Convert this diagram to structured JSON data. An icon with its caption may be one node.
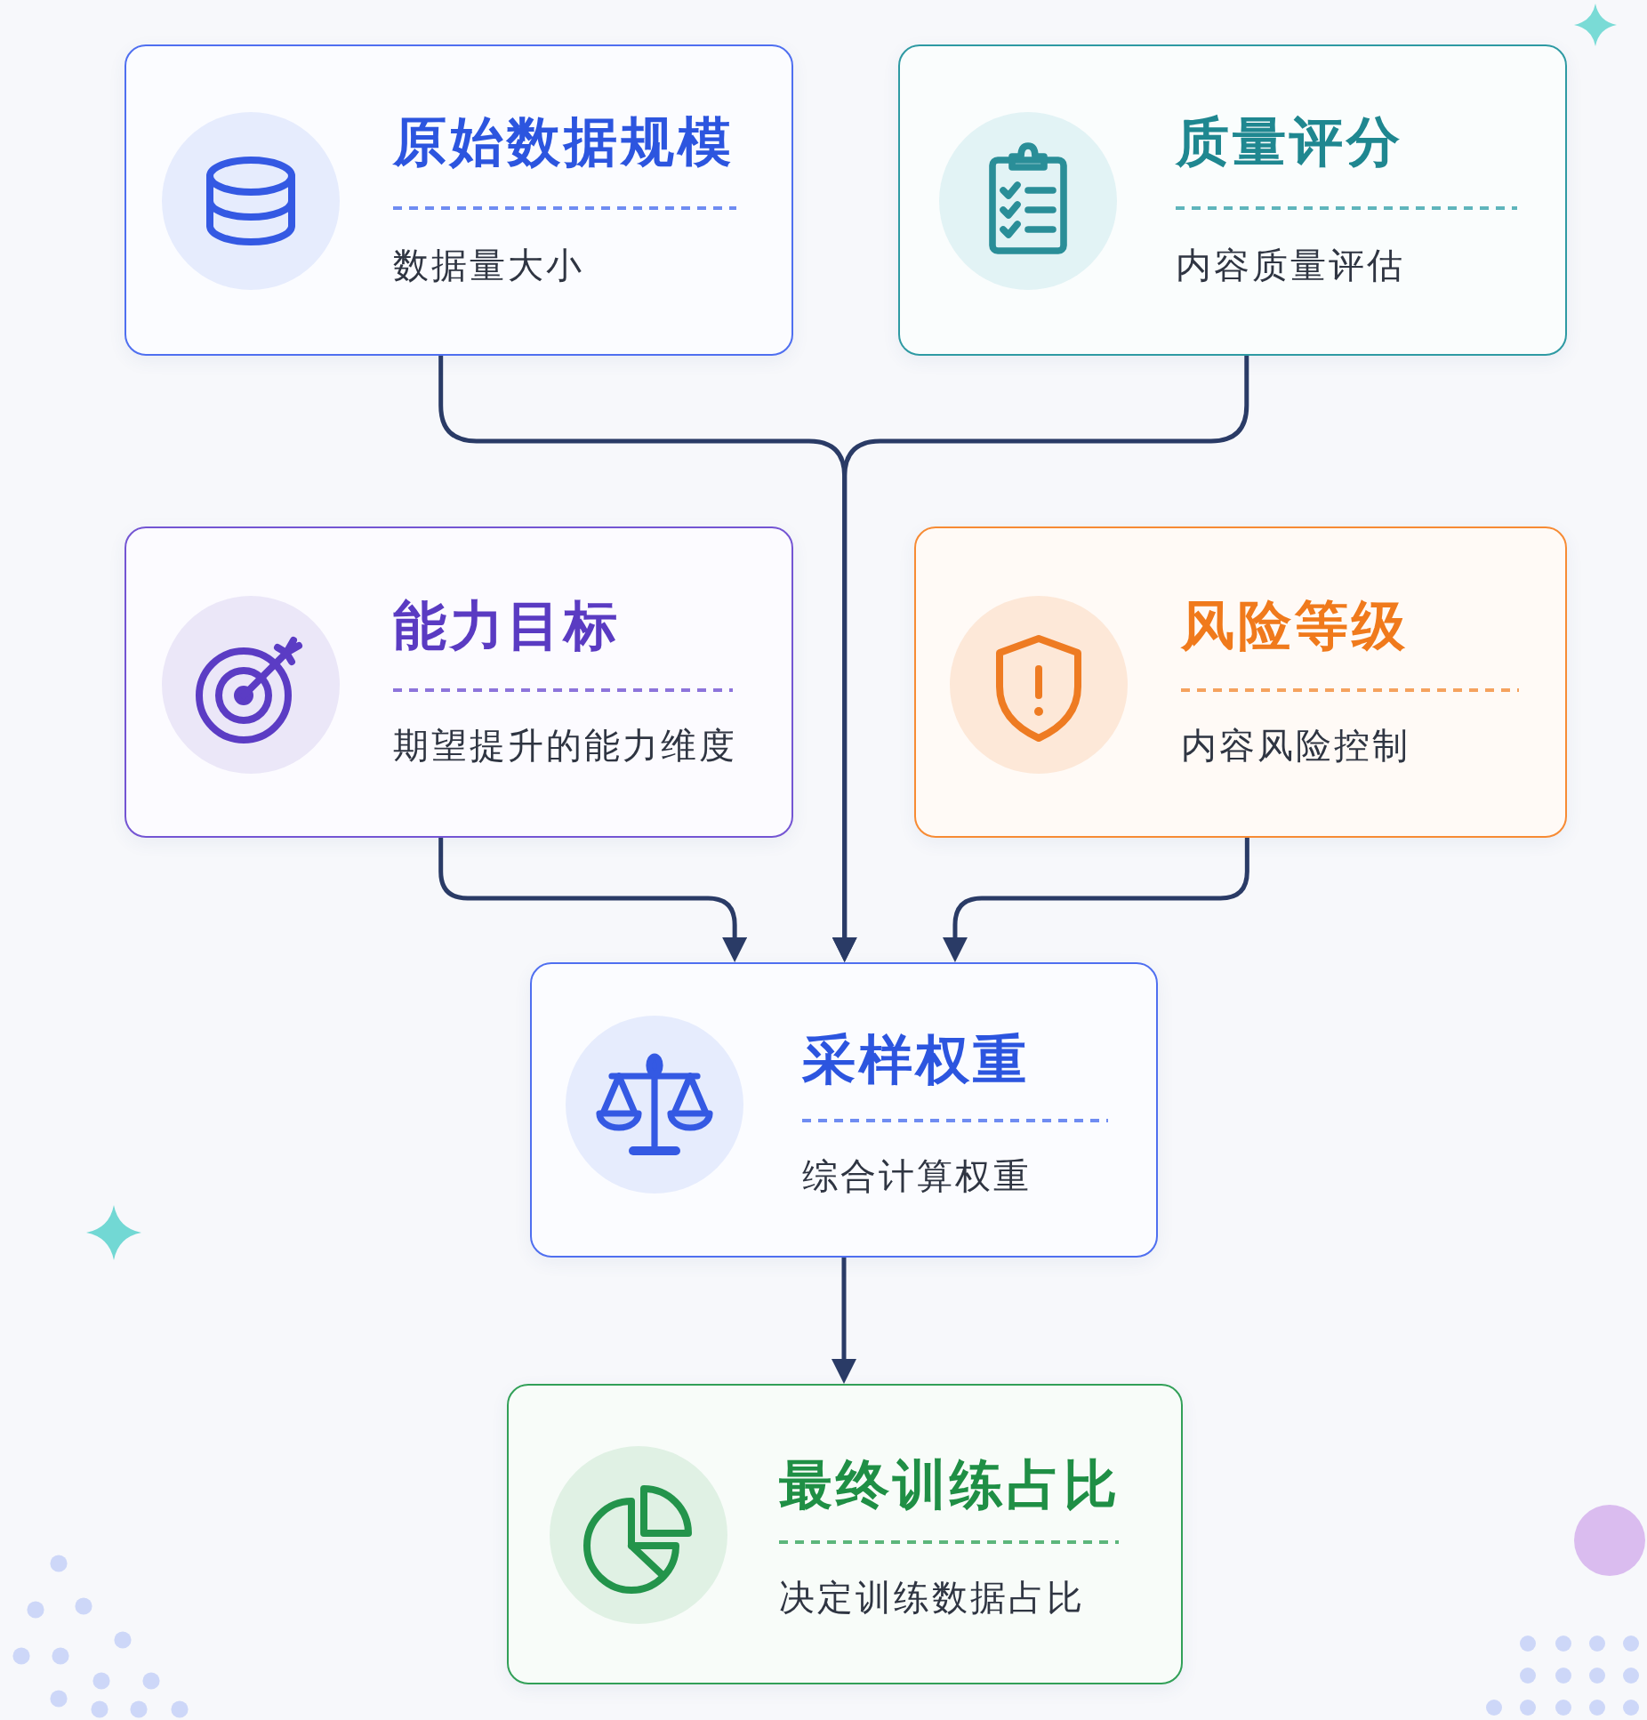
{
  "diagram": {
    "nodes": [
      {
        "text": [
          "原始数据规模",
          "数据量大小"
        ]
      },
      {
        "text": [
          "质量评分",
          "内容质量评估"
        ]
      },
      {
        "text": [
          "能力目标",
          "期望提升的能力维度"
        ]
      },
      {
        "text": [
          "风险等级",
          "内容风险控制"
        ]
      },
      {
        "text": [
          "采样权重",
          "综合计算权重"
        ]
      },
      {
        "text": [
          "最终训练占比",
          "决定训练数据占比"
        ]
      }
    ],
    "edges": [
      {
        "from": 0,
        "to": 4,
        "arrow": "to"
      },
      {
        "from": 1,
        "to": 4,
        "arrow": "to"
      },
      {
        "from": 2,
        "to": 4,
        "arrow": "to"
      },
      {
        "from": 3,
        "to": 4,
        "arrow": "to"
      },
      {
        "from": 4,
        "to": 5,
        "arrow": "to"
      }
    ]
  }
}
